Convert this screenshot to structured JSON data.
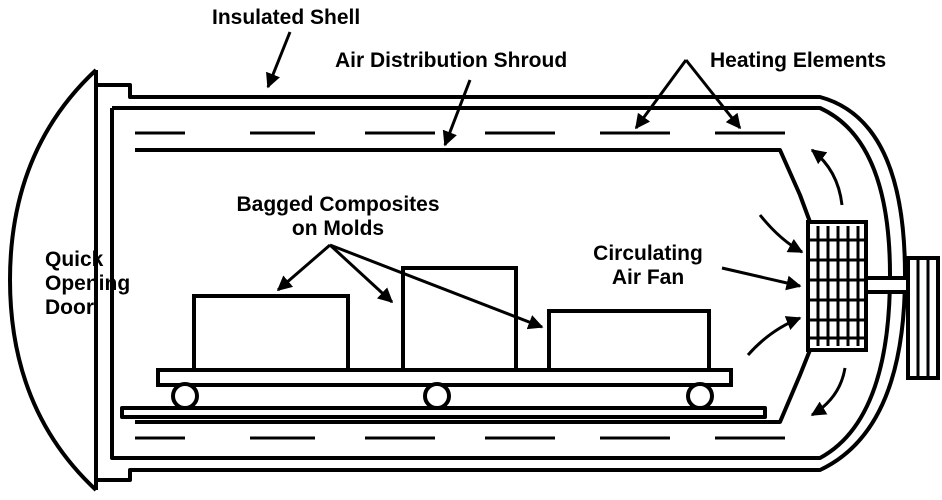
{
  "labels": {
    "insulated_shell": "Insulated Shell",
    "air_distribution_shroud": "Air Distribution Shroud",
    "heating_elements": "Heating Elements",
    "bagged_composites_line1": "Bagged Composites",
    "bagged_composites_line2": "on Molds",
    "quick_opening_door_line1": "Quick",
    "quick_opening_door_line2": "Opening",
    "quick_opening_door_line3": "Door",
    "circulating_air_fan_line1": "Circulating",
    "circulating_air_fan_line2": "Air Fan"
  },
  "colors": {
    "line": "#000000",
    "background": "#ffffff"
  }
}
